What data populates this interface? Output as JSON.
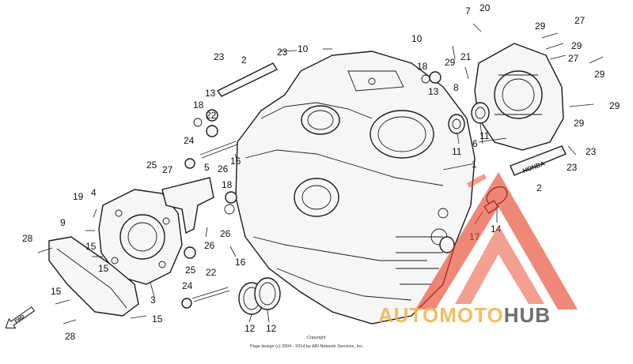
{
  "diagram": {
    "callouts": [
      "1",
      "2",
      "3",
      "4",
      "5",
      "6",
      "7",
      "8",
      "9",
      "10",
      "11",
      "12",
      "13",
      "14",
      "15",
      "16",
      "17",
      "18",
      "19",
      "20",
      "21",
      "22",
      "23",
      "24",
      "25",
      "26",
      "27",
      "28",
      "29"
    ],
    "direction_label": "FWD",
    "footer": {
      "line1": "Copyright",
      "line2": "Page design (c) 2004 - 2014 by ARI Network Services, Inc."
    },
    "embossed_text": "HONDA"
  },
  "watermark": {
    "part1": "AUTOMOTO",
    "part2": "HUB",
    "color_accent": "#e8442b",
    "color_secondary": "#f2b24a",
    "color_dark": "#555555"
  }
}
